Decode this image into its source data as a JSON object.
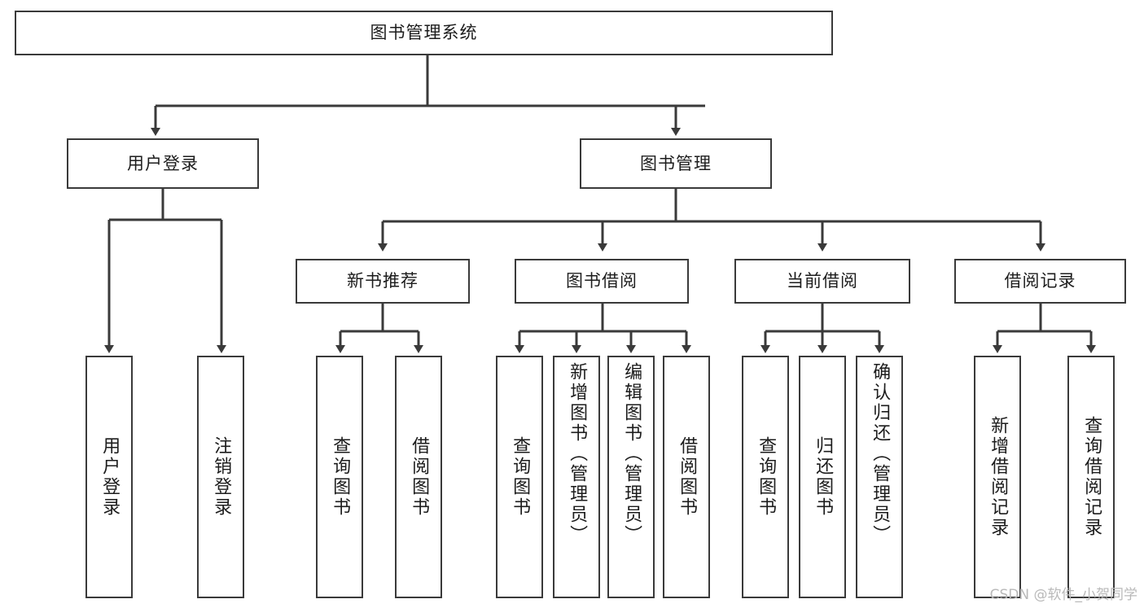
{
  "diagram": {
    "type": "tree-hierarchy-chart",
    "title": "图书管理系统",
    "watermark": "CSDN @软件_小贺同学",
    "colors": {
      "stroke": "#3a3a3a",
      "fill": "#ffffff",
      "text": "#1c1c1c",
      "watermark": "#b9b9b9"
    },
    "nodes": {
      "root": {
        "label": "图书管理系统"
      },
      "level2": [
        {
          "id": "user-login",
          "label": "用户登录"
        },
        {
          "id": "book-manage",
          "label": "图书管理"
        }
      ],
      "level3": [
        {
          "id": "new-book-recommend",
          "label": "新书推荐"
        },
        {
          "id": "book-borrow",
          "label": "图书借阅"
        },
        {
          "id": "current-borrow",
          "label": "当前借阅"
        },
        {
          "id": "borrow-record",
          "label": "借阅记录"
        }
      ],
      "leaves": {
        "user_login": [
          {
            "id": "leaf-user-login",
            "label": "用户登录"
          },
          {
            "id": "leaf-logout-login",
            "label": "注销登录"
          }
        ],
        "new_book_recommend": [
          {
            "id": "leaf-query-book-1",
            "label": "查询图书"
          },
          {
            "id": "leaf-borrow-book-1",
            "label": "借阅图书"
          }
        ],
        "book_borrow": [
          {
            "id": "leaf-query-book-2",
            "label": "查询图书"
          },
          {
            "id": "leaf-add-book",
            "label": "新增图书（管理员）"
          },
          {
            "id": "leaf-edit-book",
            "label": "编辑图书（管理员）"
          },
          {
            "id": "leaf-borrow-book-2",
            "label": "借阅图书"
          }
        ],
        "current_borrow": [
          {
            "id": "leaf-query-book-3",
            "label": "查询图书"
          },
          {
            "id": "leaf-return-book",
            "label": "归还图书"
          },
          {
            "id": "leaf-confirm-return",
            "label": "确认归还（管理员）"
          }
        ],
        "borrow_record": [
          {
            "id": "leaf-add-record",
            "label": "新增借阅记录"
          },
          {
            "id": "leaf-query-record",
            "label": "查询借阅记录"
          }
        ]
      }
    }
  }
}
